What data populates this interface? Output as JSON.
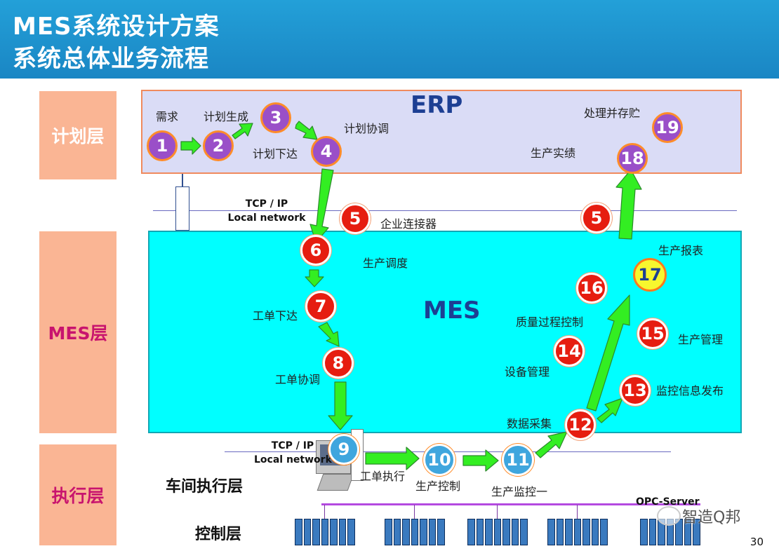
{
  "header": {
    "title_line1": "MES系统设计方案",
    "title_line2": "系统总体业务流程",
    "bg_color": "#1a8fcc"
  },
  "layers": {
    "plan": "计划层",
    "mes": "MES层",
    "exec": "执行层"
  },
  "erp": {
    "title": "ERP"
  },
  "mes": {
    "title": "MES"
  },
  "network": {
    "top_tcp": "TCP / IP",
    "top_local": "Local network",
    "bottom_tcp": "TCP / IP",
    "bottom_local": "Local network",
    "opc": "OPC-Server"
  },
  "steps": {
    "s1": "1",
    "s2": "2",
    "s3": "3",
    "s4": "4",
    "s5a": "5",
    "s5b": "5",
    "s6": "6",
    "s7": "7",
    "s8": "8",
    "s9": "9",
    "s10": "10",
    "s11": "11",
    "s12": "12",
    "s13": "13",
    "s14": "14",
    "s15": "15",
    "s16": "16",
    "s17": "17",
    "s18": "18",
    "s19": "19"
  },
  "labels": {
    "demand": "需求",
    "plan_gen": "计划生成",
    "plan_issue": "计划下达",
    "plan_coord": "计划协调",
    "process_store": "处理并存贮",
    "prod_perf": "生产实绩",
    "ent_connector": "企业连接器",
    "prod_schedule": "生产调度",
    "wo_issue": "工单下达",
    "wo_coord": "工单协调",
    "prod_report": "生产报表",
    "quality": "质量过程控制",
    "prod_mgmt": "生产管理",
    "equip_mgmt": "设备管理",
    "data_collect": "数据采集",
    "monitor_pub": "监控信息发布",
    "wo_exec": "工单执行",
    "prod_control": "生产控制",
    "prod_monitor": "生产监控一",
    "workshop_layer": "车间执行层",
    "control_layer": "控制层"
  },
  "watermark": "智造Q邦",
  "page_number": "30"
}
